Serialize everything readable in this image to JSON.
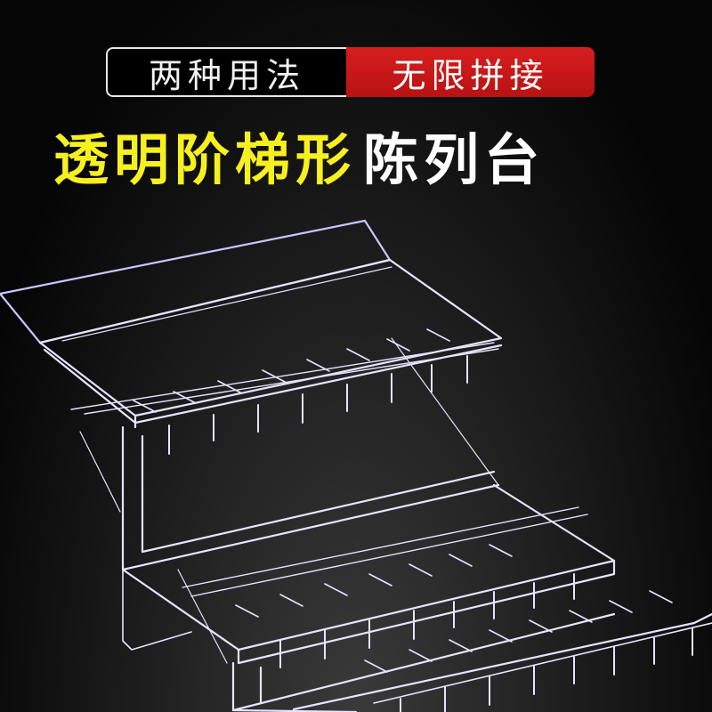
{
  "badge": {
    "left_text": "两种用法",
    "right_text": "无限拼接",
    "right_color": "#c81818"
  },
  "headline": {
    "highlight_text": "透明阶梯形",
    "normal_text": "陈列台",
    "highlight_color": "#f7f01f",
    "normal_color": "#ffffff"
  },
  "product": {
    "name": "transparent-stepped-display-stand",
    "tiers": 3,
    "line_color": "#e6e4ff"
  }
}
